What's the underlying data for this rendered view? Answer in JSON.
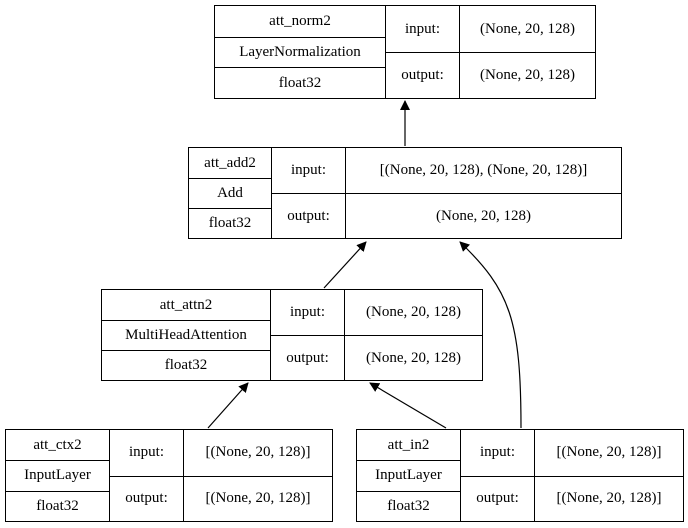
{
  "nodes": {
    "att_norm2": {
      "name": "att_norm2",
      "class": "LayerNormalization",
      "dtype": "float32",
      "input_label": "input:",
      "input_shape": "(None, 20, 128)",
      "output_label": "output:",
      "output_shape": "(None, 20, 128)"
    },
    "att_add2": {
      "name": "att_add2",
      "class": "Add",
      "dtype": "float32",
      "input_label": "input:",
      "input_shape": "[(None, 20, 128), (None, 20, 128)]",
      "output_label": "output:",
      "output_shape": "(None, 20, 128)"
    },
    "att_attn2": {
      "name": "att_attn2",
      "class": "MultiHeadAttention",
      "dtype": "float32",
      "input_label": "input:",
      "input_shape": "(None, 20, 128)",
      "output_label": "output:",
      "output_shape": "(None, 20, 128)"
    },
    "att_ctx2": {
      "name": "att_ctx2",
      "class": "InputLayer",
      "dtype": "float32",
      "input_label": "input:",
      "input_shape": "[(None, 20, 128)]",
      "output_label": "output:",
      "output_shape": "[(None, 20, 128)]"
    },
    "att_in2": {
      "name": "att_in2",
      "class": "InputLayer",
      "dtype": "float32",
      "input_label": "input:",
      "input_shape": "[(None, 20, 128)]",
      "output_label": "output:",
      "output_shape": "[(None, 20, 128)]"
    }
  },
  "edges": [
    {
      "from": "att_add2",
      "to": "att_norm2"
    },
    {
      "from": "att_attn2",
      "to": "att_add2"
    },
    {
      "from": "att_in2",
      "to": "att_add2"
    },
    {
      "from": "att_ctx2",
      "to": "att_attn2"
    },
    {
      "from": "att_in2",
      "to": "att_attn2"
    }
  ]
}
